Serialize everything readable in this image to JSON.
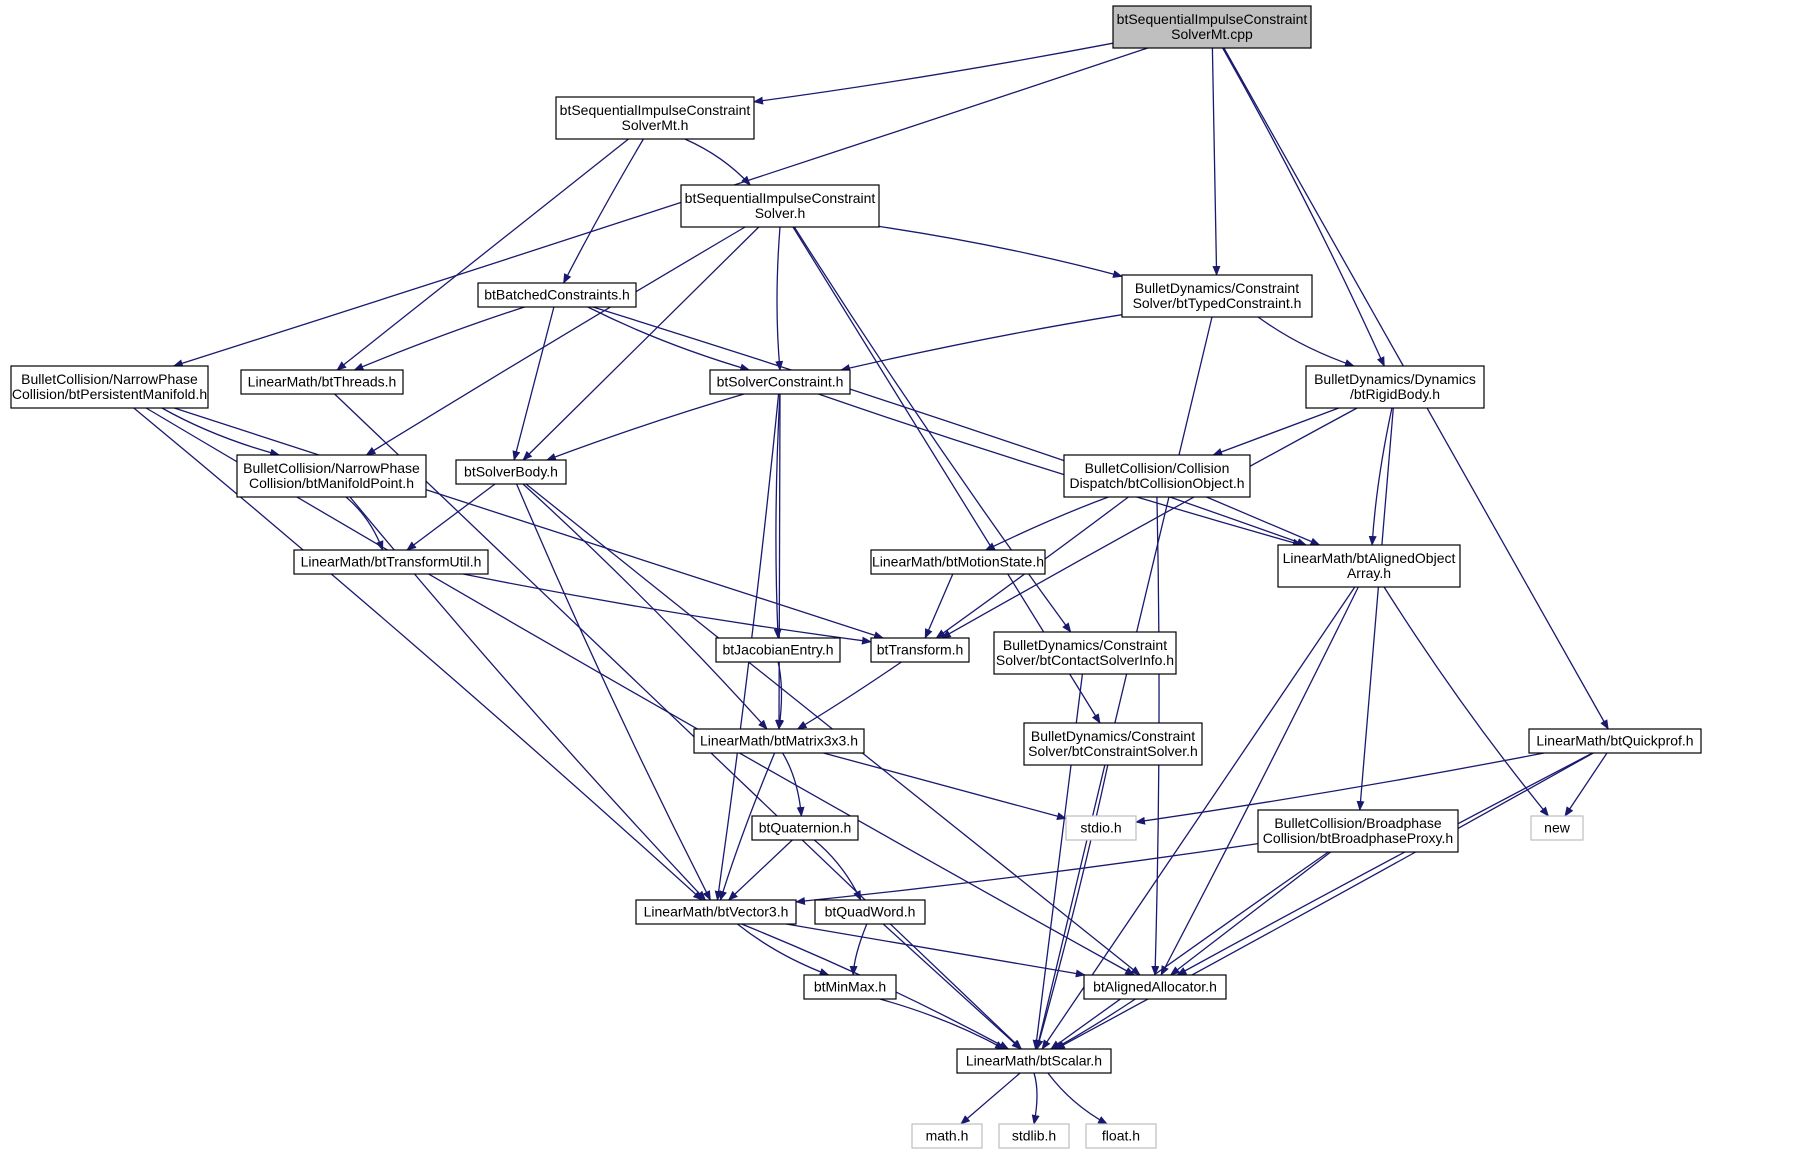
{
  "nodes": [
    {
      "id": "root",
      "lines": [
        "btSequentialImpulseConstraint",
        "SolverMt.cpp"
      ],
      "kind": "root"
    },
    {
      "id": "mt_h",
      "lines": [
        "btSequentialImpulseConstraint",
        "SolverMt.h"
      ],
      "kind": "normal"
    },
    {
      "id": "solver_h",
      "lines": [
        "btSequentialImpulseConstraint",
        "Solver.h"
      ],
      "kind": "normal"
    },
    {
      "id": "typed",
      "lines": [
        "BulletDynamics/Constraint",
        "Solver/btTypedConstraint.h"
      ],
      "kind": "normal"
    },
    {
      "id": "batched",
      "lines": [
        "btBatchedConstraints.h"
      ],
      "kind": "normal"
    },
    {
      "id": "persist",
      "lines": [
        "BulletCollision/NarrowPhase",
        "Collision/btPersistentManifold.h"
      ],
      "kind": "normal"
    },
    {
      "id": "threads",
      "lines": [
        "LinearMath/btThreads.h"
      ],
      "kind": "normal"
    },
    {
      "id": "solvercons",
      "lines": [
        "btSolverConstraint.h"
      ],
      "kind": "normal"
    },
    {
      "id": "rigid",
      "lines": [
        "BulletDynamics/Dynamics",
        "/btRigidBody.h"
      ],
      "kind": "normal"
    },
    {
      "id": "manpoint",
      "lines": [
        "BulletCollision/NarrowPhase",
        "Collision/btManifoldPoint.h"
      ],
      "kind": "normal"
    },
    {
      "id": "solverbody",
      "lines": [
        "btSolverBody.h"
      ],
      "kind": "normal"
    },
    {
      "id": "collobj",
      "lines": [
        "BulletCollision/Collision",
        "Dispatch/btCollisionObject.h"
      ],
      "kind": "normal"
    },
    {
      "id": "tutil",
      "lines": [
        "LinearMath/btTransformUtil.h"
      ],
      "kind": "normal"
    },
    {
      "id": "motion",
      "lines": [
        "LinearMath/btMotionState.h"
      ],
      "kind": "normal"
    },
    {
      "id": "aarray",
      "lines": [
        "LinearMath/btAlignedObject",
        "Array.h"
      ],
      "kind": "normal"
    },
    {
      "id": "jacob",
      "lines": [
        "btJacobianEntry.h"
      ],
      "kind": "normal"
    },
    {
      "id": "transform",
      "lines": [
        "btTransform.h"
      ],
      "kind": "normal"
    },
    {
      "id": "contactinfo",
      "lines": [
        "BulletDynamics/Constraint",
        "Solver/btContactSolverInfo.h"
      ],
      "kind": "normal"
    },
    {
      "id": "matrix",
      "lines": [
        "LinearMath/btMatrix3x3.h"
      ],
      "kind": "normal"
    },
    {
      "id": "csolver",
      "lines": [
        "BulletDynamics/Constraint",
        "Solver/btConstraintSolver.h"
      ],
      "kind": "normal"
    },
    {
      "id": "quickprof",
      "lines": [
        "LinearMath/btQuickprof.h"
      ],
      "kind": "normal"
    },
    {
      "id": "quat",
      "lines": [
        "btQuaternion.h"
      ],
      "kind": "normal"
    },
    {
      "id": "stdio",
      "lines": [
        "stdio.h"
      ],
      "kind": "external"
    },
    {
      "id": "bproxy",
      "lines": [
        "BulletCollision/Broadphase",
        "Collision/btBroadphaseProxy.h"
      ],
      "kind": "normal"
    },
    {
      "id": "new",
      "lines": [
        "new"
      ],
      "kind": "external"
    },
    {
      "id": "vector",
      "lines": [
        "LinearMath/btVector3.h"
      ],
      "kind": "normal"
    },
    {
      "id": "quadword",
      "lines": [
        "btQuadWord.h"
      ],
      "kind": "normal"
    },
    {
      "id": "minmax",
      "lines": [
        "btMinMax.h"
      ],
      "kind": "normal"
    },
    {
      "id": "aalloc",
      "lines": [
        "btAlignedAllocator.h"
      ],
      "kind": "normal"
    },
    {
      "id": "scalar",
      "lines": [
        "LinearMath/btScalar.h"
      ],
      "kind": "normal"
    },
    {
      "id": "math",
      "lines": [
        "math.h"
      ],
      "kind": "external"
    },
    {
      "id": "stdlib",
      "lines": [
        "stdlib.h"
      ],
      "kind": "external"
    },
    {
      "id": "float",
      "lines": [
        "float.h"
      ],
      "kind": "external"
    }
  ],
  "edges": [
    [
      "root",
      "mt_h"
    ],
    [
      "root",
      "typed"
    ],
    [
      "root",
      "rigid"
    ],
    [
      "root",
      "persist"
    ],
    [
      "root",
      "quickprof"
    ],
    [
      "mt_h",
      "solver_h"
    ],
    [
      "mt_h",
      "batched"
    ],
    [
      "mt_h",
      "threads"
    ],
    [
      "solver_h",
      "typed"
    ],
    [
      "solver_h",
      "solvercons"
    ],
    [
      "solver_h",
      "solverbody"
    ],
    [
      "solver_h",
      "manpoint"
    ],
    [
      "solver_h",
      "contactinfo"
    ],
    [
      "solver_h",
      "csolver"
    ],
    [
      "typed",
      "solvercons"
    ],
    [
      "typed",
      "rigid"
    ],
    [
      "typed",
      "scalar"
    ],
    [
      "batched",
      "threads"
    ],
    [
      "batched",
      "solvercons"
    ],
    [
      "batched",
      "solverbody"
    ],
    [
      "batched",
      "aarray"
    ],
    [
      "persist",
      "manpoint"
    ],
    [
      "persist",
      "transform"
    ],
    [
      "persist",
      "vector"
    ],
    [
      "persist",
      "aalloc"
    ],
    [
      "threads",
      "scalar"
    ],
    [
      "solvercons",
      "solverbody"
    ],
    [
      "solvercons",
      "jacob"
    ],
    [
      "solvercons",
      "matrix"
    ],
    [
      "solvercons",
      "vector"
    ],
    [
      "solvercons",
      "aarray"
    ],
    [
      "rigid",
      "collobj"
    ],
    [
      "rigid",
      "transform"
    ],
    [
      "rigid",
      "aarray"
    ],
    [
      "rigid",
      "bproxy"
    ],
    [
      "manpoint",
      "tutil"
    ],
    [
      "manpoint",
      "vector"
    ],
    [
      "solverbody",
      "tutil"
    ],
    [
      "solverbody",
      "matrix"
    ],
    [
      "solverbody",
      "vector"
    ],
    [
      "solverbody",
      "aalloc"
    ],
    [
      "collobj",
      "motion"
    ],
    [
      "collobj",
      "transform"
    ],
    [
      "collobj",
      "aarray"
    ],
    [
      "collobj",
      "aalloc"
    ],
    [
      "tutil",
      "transform"
    ],
    [
      "motion",
      "transform"
    ],
    [
      "aarray",
      "aalloc"
    ],
    [
      "aarray",
      "new"
    ],
    [
      "aarray",
      "scalar"
    ],
    [
      "jacob",
      "matrix"
    ],
    [
      "transform",
      "matrix"
    ],
    [
      "contactinfo",
      "scalar"
    ],
    [
      "matrix",
      "quat"
    ],
    [
      "matrix",
      "vector"
    ],
    [
      "matrix",
      "stdio"
    ],
    [
      "csolver",
      "scalar"
    ],
    [
      "quickprof",
      "stdio"
    ],
    [
      "quickprof",
      "new"
    ],
    [
      "quickprof",
      "aalloc"
    ],
    [
      "quickprof",
      "scalar"
    ],
    [
      "quat",
      "vector"
    ],
    [
      "quat",
      "quadword"
    ],
    [
      "bproxy",
      "vector"
    ],
    [
      "bproxy",
      "aalloc"
    ],
    [
      "bproxy",
      "scalar"
    ],
    [
      "vector",
      "minmax"
    ],
    [
      "vector",
      "aalloc"
    ],
    [
      "vector",
      "scalar"
    ],
    [
      "quadword",
      "minmax"
    ],
    [
      "quadword",
      "scalar"
    ],
    [
      "minmax",
      "scalar"
    ],
    [
      "aalloc",
      "scalar"
    ],
    [
      "scalar",
      "math"
    ],
    [
      "scalar",
      "stdlib"
    ],
    [
      "scalar",
      "float"
    ]
  ]
}
